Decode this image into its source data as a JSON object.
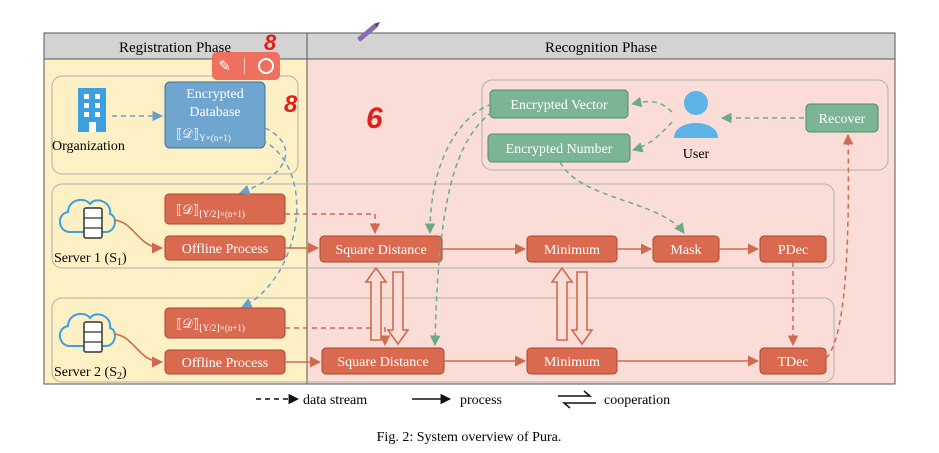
{
  "phases": {
    "registration": "Registration Phase",
    "recognition": "Recognition Phase"
  },
  "registration": {
    "organization_label": "Organization",
    "encrypted_database": [
      "Encrypted",
      "Database",
      "⟦𝒟⟧",
      "Υ×(n+1)"
    ],
    "server1_label": "Server 1 (S",
    "server1_sub": "1",
    "server2_label": "Server 2 (S",
    "server2_sub": "2",
    "half_db_main": "⟦𝒟⟧",
    "half_db_sub": "⌊Υ/2⌋×(n+1)",
    "offline_process": "Offline Process"
  },
  "recognition": {
    "encrypted_vector": "Encrypted Vector",
    "encrypted_number": "Encrypted Number",
    "user_label": "User",
    "recover": "Recover",
    "square_distance": "Square Distance",
    "minimum": "Minimum",
    "mask": "Mask",
    "pdec": "PDec",
    "tdec": "TDec"
  },
  "annotations": {
    "mark_top": "8",
    "mark_right": "8",
    "mark_center": "6"
  },
  "legend": {
    "data_stream": "data stream",
    "process": "process",
    "cooperation": "cooperation"
  },
  "caption": "Fig. 2: System overview of Pura.",
  "colors": {
    "header_bg": "#d3d3d3",
    "registration_bg": "#fdf0c4",
    "recognition_bg": "#f9ddd6",
    "orange_box": "#d96a50",
    "teal_box": "#7cb596",
    "blue_box": "#6fa5cf",
    "dashed_teal": "#6aaa8a",
    "dashed_blue": "#6a9fcb",
    "process_arrow": "#d06a4e",
    "user_icon": "#5bb3e8"
  }
}
